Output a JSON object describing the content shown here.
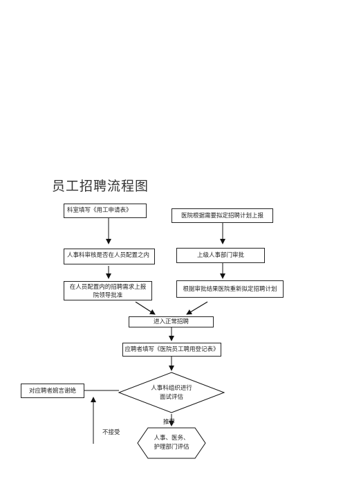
{
  "title": "员工招聘流程图",
  "left_column": {
    "step1": "科室填写《用工申请表》",
    "step2": "人事科审核是否在人员配置之内",
    "step3_line1": "在人员配置内的招聘需求上报",
    "step3_line2": "院领导批准"
  },
  "right_column": {
    "step1": "医院根据需要拟定招聘计划上报",
    "step2": "上级人事部门审批",
    "step3": "根据审批结果医院重新拟定招聘计划"
  },
  "center": {
    "enter": "进入正常招聘",
    "apply": "应聘者填写《医院员工聘用登记表》",
    "interview_line1": "人事科组织进行",
    "interview_line2": "面试评估",
    "final_line1": "人事、医务、",
    "final_line2": "护理部门评估"
  },
  "reject_box": "对应聘者婉言谢绝",
  "labels": {
    "recommend": "推荐",
    "not_accepted": "不接受"
  }
}
